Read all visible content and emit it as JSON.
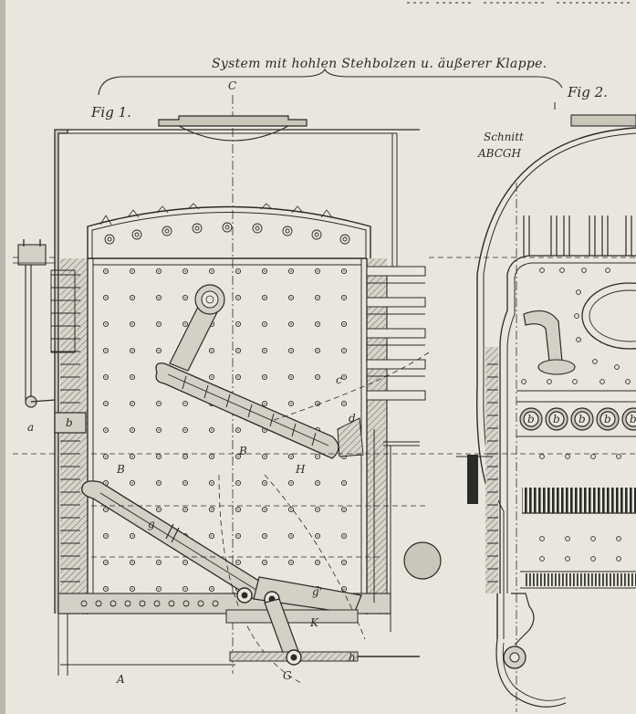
{
  "title": "System mit hohlen Stehbolzen u. äußerer Klappe.",
  "top_fragment": "",
  "fig1": {
    "label": "Fig 1.",
    "section_label": "C",
    "part_labels": {
      "a": "a",
      "b": "b",
      "c": "c",
      "d": "d",
      "B_upper": "B",
      "H": "H",
      "B_lower": "B",
      "g": "g",
      "g_prime": "g'",
      "K": "K",
      "G": "G",
      "h": "h",
      "A": "A"
    }
  },
  "fig2": {
    "label": "Fig 2.",
    "section_line1": "Schnitt",
    "section_line2": "ABCGH",
    "tube_labels": [
      "b",
      "b",
      "b",
      "b",
      "b"
    ]
  },
  "colors": {
    "paper": "#e9e7dd",
    "ink": "#2a2a28",
    "shade": "#c9c6ba",
    "hatch": "#6d6a62"
  }
}
